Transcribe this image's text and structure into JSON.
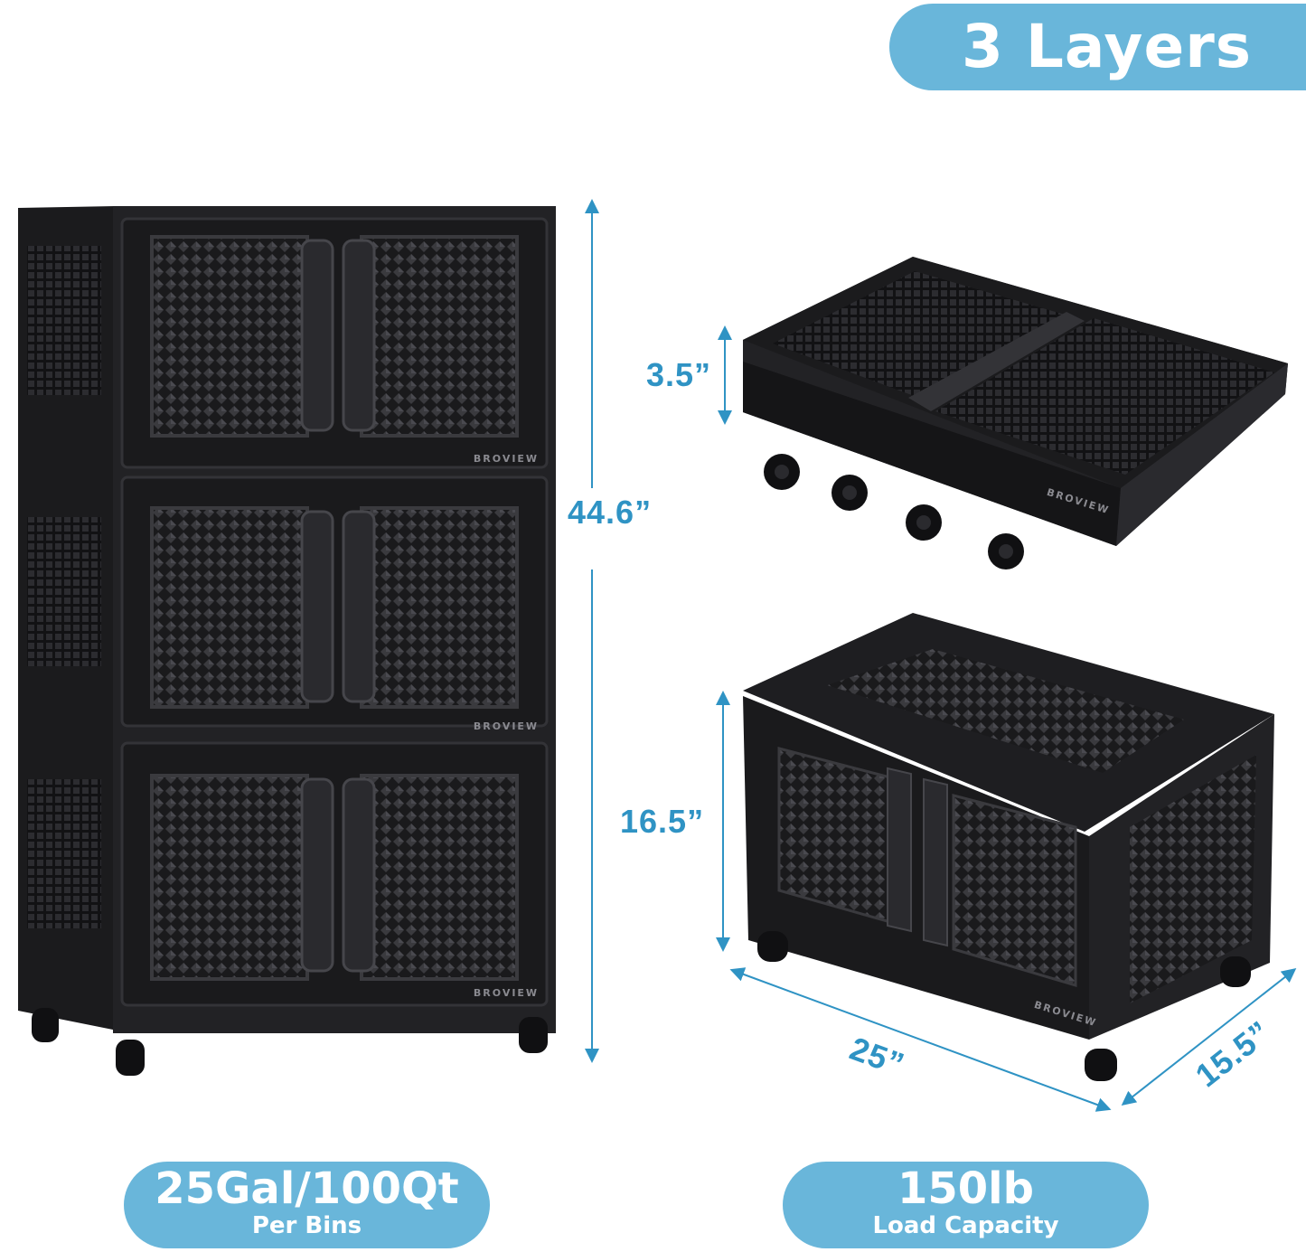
{
  "header": {
    "layers_label": "3 Layers"
  },
  "dimensions": {
    "total_height": "44.6”",
    "folded_height": "3.5”",
    "unit_height": "16.5”",
    "width": "25”",
    "depth": "15.5”"
  },
  "badges": {
    "capacity": {
      "value": "25Gal/100Qt",
      "caption": "Per Bins"
    },
    "load": {
      "value": "150lb",
      "caption": "Load Capacity"
    }
  },
  "brand": "BROVIEW",
  "colors": {
    "accent": "#69b6da",
    "dimension_text": "#2f93c4",
    "product": "#1d1d1f"
  },
  "icons": [
    "storage-cabinet",
    "folded-bin",
    "caster-wheel",
    "dimension-arrow"
  ]
}
